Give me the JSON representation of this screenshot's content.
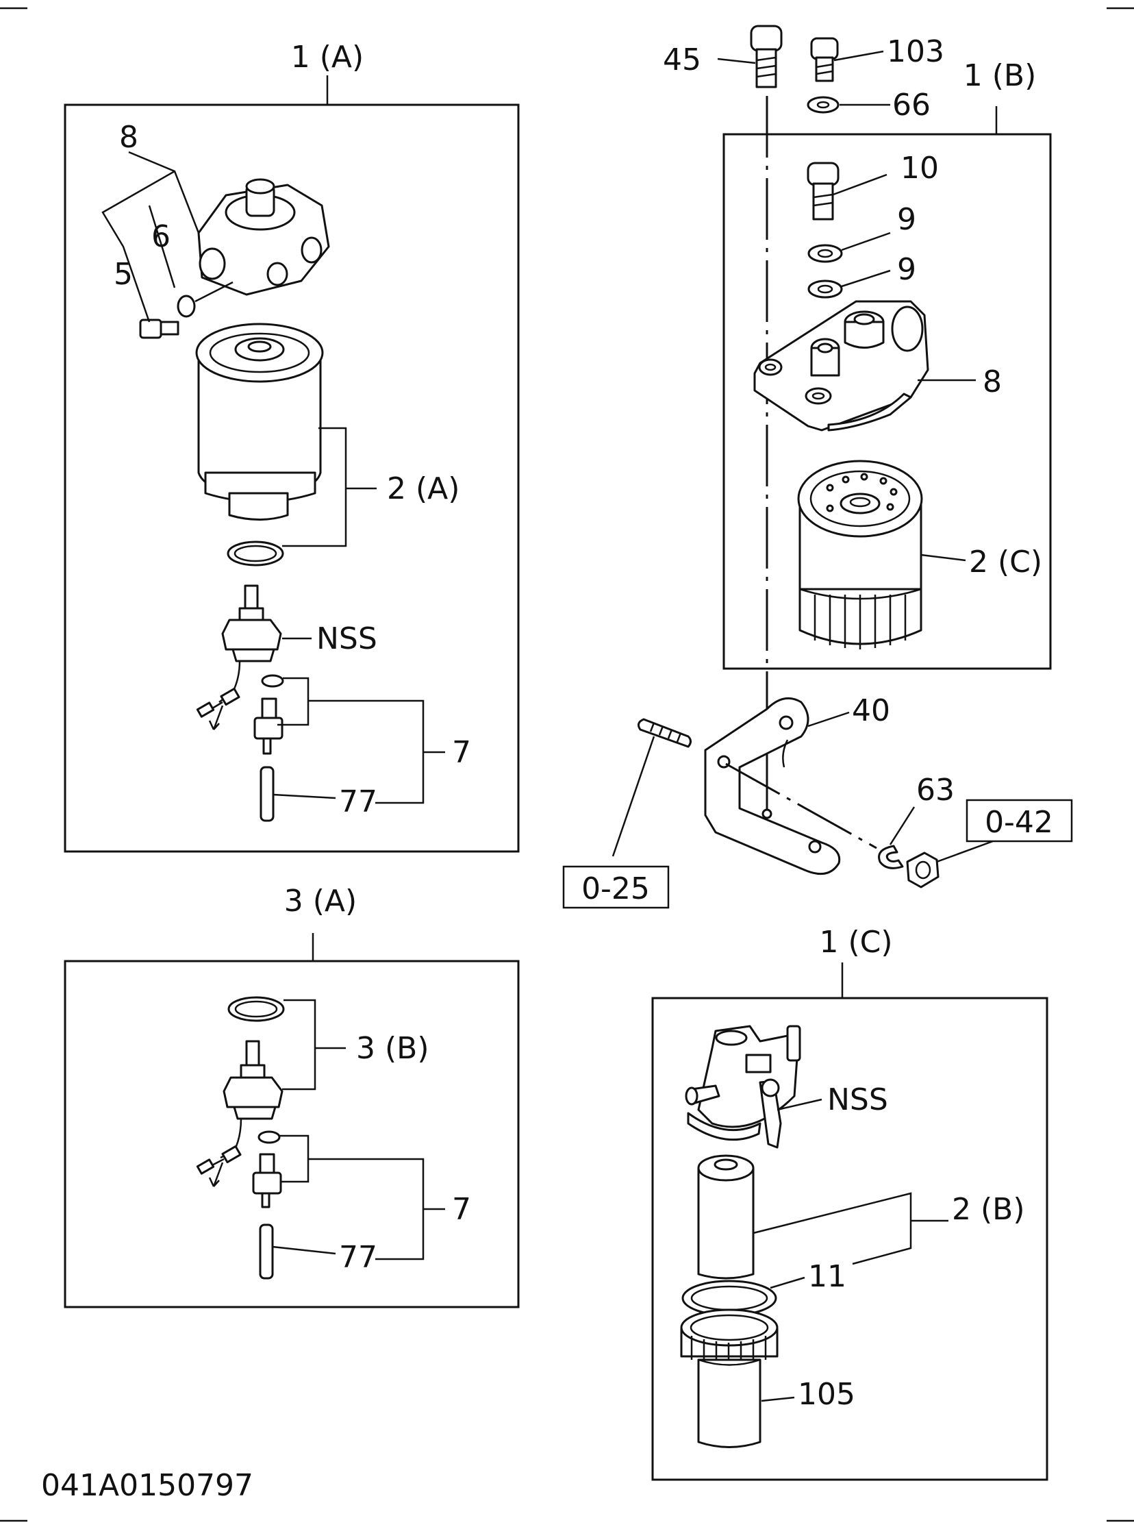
{
  "panel_labels": {
    "p1a": "1 (A)",
    "p1b": "1 (B)",
    "p1c": "1 (C)",
    "p3a": "3 (A)"
  },
  "callouts": {
    "c8_top": "8",
    "c6": "6",
    "c5": "5",
    "c2a": "2 (A)",
    "cnss_a": "NSS",
    "c7_a": "7",
    "c77_a": "77",
    "c3b": "3 (B)",
    "c7_b": "7",
    "c77_b": "77",
    "c45": "45",
    "c103": "103",
    "c66": "66",
    "c10": "10",
    "c9_a": "9",
    "c9_b": "9",
    "c8_b": "8",
    "c2c": "2 (C)",
    "c40": "40",
    "c63": "63",
    "cnss_c": "NSS",
    "c2b": "2 (B)",
    "c11": "11",
    "c105": "105"
  },
  "references": {
    "ref_042": "0-42",
    "ref_025": "0-25"
  },
  "drawing_code": "041A0150797"
}
